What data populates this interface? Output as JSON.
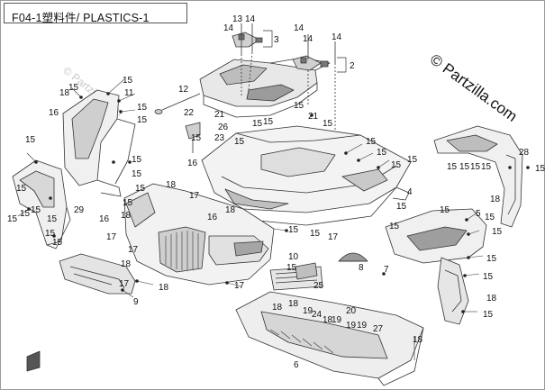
{
  "header": {
    "title": "F04-1塑料件/ PLASTICS-1"
  },
  "watermark": {
    "text": "© Partzilla.com",
    "ghost_text": "© Partzilla.com"
  },
  "callouts": {
    "c_13": "13",
    "c_14a": "14",
    "c_14b": "14",
    "c_3": "3",
    "c_14c": "14",
    "c_14d": "14",
    "c_14e": "14",
    "c_2": "2",
    "c_18a": "18",
    "c_15a": "15",
    "c_15b": "15",
    "c_11": "11",
    "c_15c": "15",
    "c_16a": "16",
    "c_15d": "15",
    "c_15e": "15",
    "c_12": "12",
    "c_15f": "15",
    "c_15g": "15",
    "c_22": "22",
    "c_21a": "21",
    "c_26": "26",
    "c_23": "23",
    "c_21b": "21",
    "c_15h": "15",
    "c_15i": "15",
    "c_15j": "15",
    "c_15k": "15",
    "c_15l": "15",
    "c_28": "28",
    "c_15m": "15",
    "c_15n": "15",
    "c_15o": "15",
    "c_15p": "15",
    "c_15q": "15",
    "c_15r": "15",
    "c_15s": "15",
    "c_16b": "16",
    "c_15t": "15",
    "c_15u": "15",
    "c_17a": "17",
    "c_18b": "18",
    "c_15v": "15",
    "c_29": "29",
    "c_15w": "15",
    "c_15x": "15",
    "c_15y": "15",
    "c_15z": "15",
    "c_4": "4",
    "c_18c": "18",
    "c_16c": "16",
    "c_18d": "18",
    "c_16d": "16",
    "c_15aa": "15",
    "c_15ab": "15",
    "c_15ac": "15",
    "c_5": "5",
    "c_15ad": "15",
    "c_18e": "18",
    "c_17b": "17",
    "c_17c": "17",
    "c_15ae": "15",
    "c_15af": "15",
    "c_17d": "17",
    "c_18f": "18",
    "c_10": "10",
    "c_15ag": "15",
    "c_15ah": "15",
    "c_17e": "17",
    "c_7": "7",
    "c_8": "8",
    "c_18g": "18",
    "c_18h": "18",
    "c_15ai": "15",
    "c_25": "25",
    "c_17f": "17",
    "c_15aj": "15",
    "c_9": "9",
    "c_18i": "18",
    "c_18j": "18",
    "c_19a": "19",
    "c_24": "24",
    "c_18k": "18",
    "c_19b": "19",
    "c_20": "20",
    "c_19c": "19",
    "c_19d": "19",
    "c_27": "27",
    "c_18l": "18",
    "c_6": "6",
    "c_15ak": "15",
    "c_15al": "15",
    "c_15am": "15",
    "c_15an": "15",
    "c_15ao": "15",
    "c_15ap": "15"
  }
}
